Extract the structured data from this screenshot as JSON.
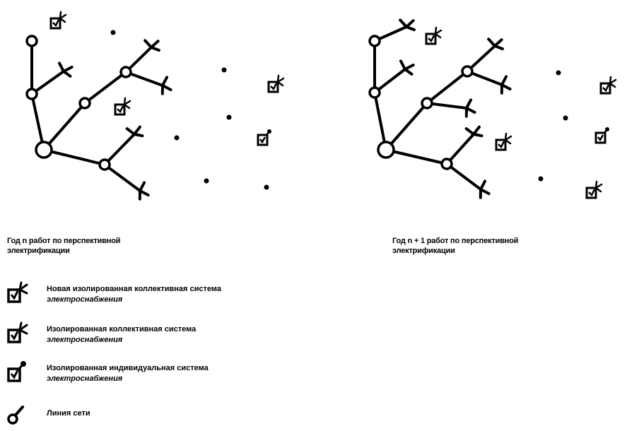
{
  "captions": {
    "left": {
      "line1": "Год n работ по перспективной",
      "line2": "электрификации"
    },
    "right": {
      "line1": "Год n + 1 работ по перспективной",
      "line2": "электрификации"
    }
  },
  "legend": [
    {
      "icon": "new-collective-system-icon",
      "line1": "Новая изолированная коллективная система",
      "line2": "электроснабжения"
    },
    {
      "icon": "collective-system-icon",
      "line1": "Изолированная коллективная система",
      "line2": "электроснабжения"
    },
    {
      "icon": "individual-system-icon",
      "line1": "Изолированная индивидуальная система",
      "line2": "электроснабжения"
    },
    {
      "icon": "grid-line-icon",
      "line1": "Линия сети",
      "line2": ""
    }
  ],
  "colors": {
    "ink": "#000000",
    "background": "#ffffff"
  }
}
